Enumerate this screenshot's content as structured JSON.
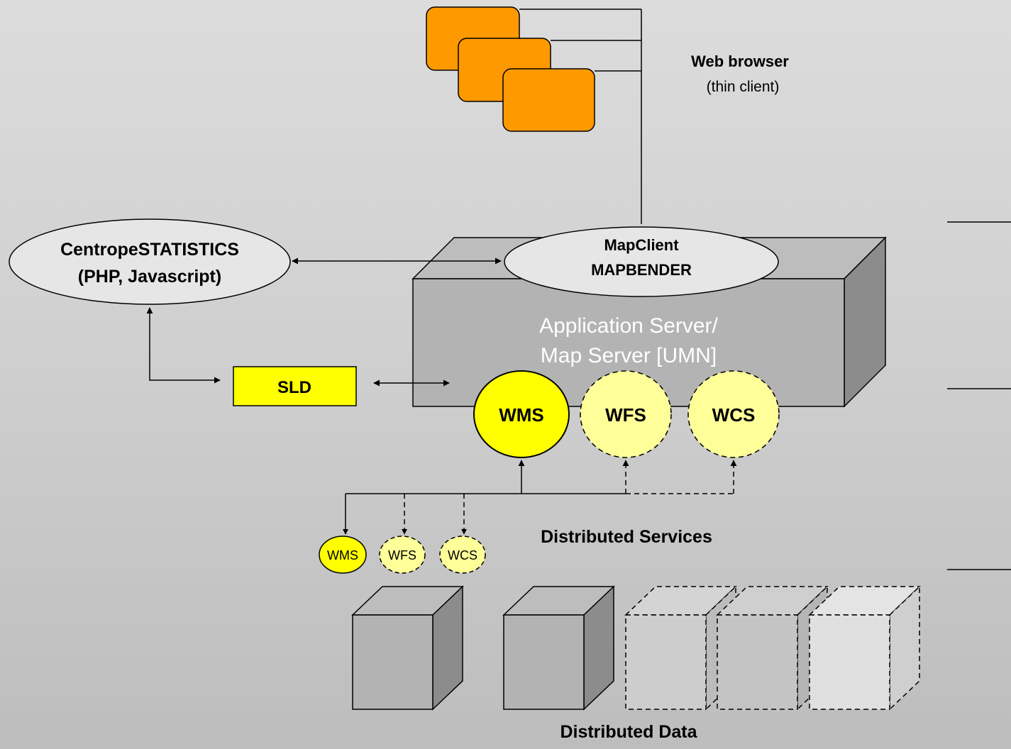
{
  "web_browser": {
    "title": "Web browser",
    "subtitle": "(thin client)"
  },
  "statistics_client": {
    "line1": "CentropeSTATISTICS",
    "line2": "(PHP, Javascript)"
  },
  "map_client": {
    "line1": "MapClient",
    "line2": "MAPBENDER"
  },
  "server": {
    "line1": "Application Server/",
    "line2": "Map Server [UMN]"
  },
  "sld": {
    "label": "SLD"
  },
  "services": {
    "main": [
      "WMS",
      "WFS",
      "WCS"
    ],
    "distributed": [
      "WMS",
      "WFS",
      "WCS"
    ]
  },
  "distributed_services_label": "Distributed Services",
  "distributed_data_label": "Distributed Data",
  "colors": {
    "browser": "#ff9900",
    "active_service": "#ffff00",
    "optional_service": "#ffff99",
    "box_front": "#b3b3b3",
    "box_side": "#8c8c8c",
    "ellipse": "#e6e6e6"
  }
}
